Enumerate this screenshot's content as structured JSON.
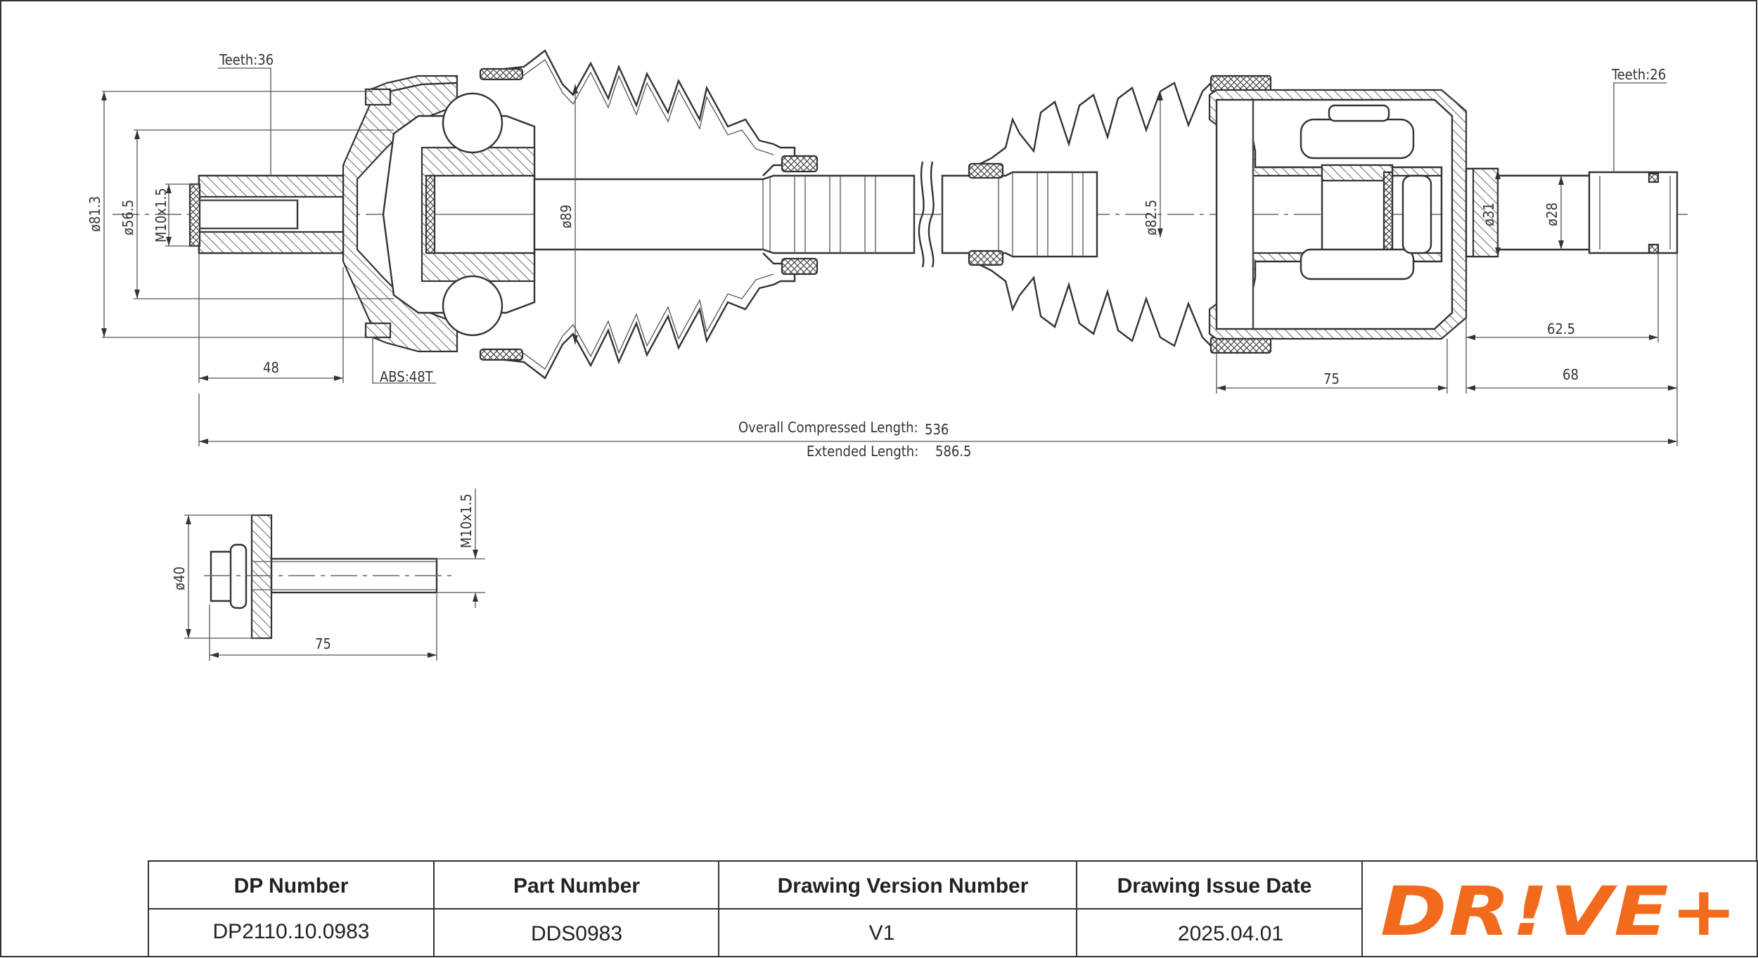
{
  "drawing": {
    "teeth_left": "Teeth:36",
    "teeth_right": "Teeth:26",
    "d81_3": "ø81.3",
    "d56_5": "ø56.5",
    "m10_left": "M10x1.5",
    "d89": "ø89",
    "d82_5": "ø82.5",
    "d31": "ø31",
    "d28": "ø28",
    "len48": "48",
    "abs": "ABS:48T",
    "len75_right": "75",
    "len62_5": "62.5",
    "len68": "68",
    "overall_label": "Overall  Compressed  Length:",
    "overall_value": "536",
    "extended_label": "Extended  Length:",
    "extended_value": "586.5"
  },
  "bolt": {
    "d40": "ø40",
    "m10": "M10x1.5",
    "len75": "75"
  },
  "title_block": {
    "headers": [
      "DP Number",
      "Part Number",
      "Drawing Version Number",
      "Drawing Issue Date"
    ],
    "values": [
      "DP2110.10.0983",
      "DDS0983",
      "V1",
      "2025.04.01"
    ],
    "logo": "DR!VE+",
    "logo_color": "#f26a1b"
  }
}
